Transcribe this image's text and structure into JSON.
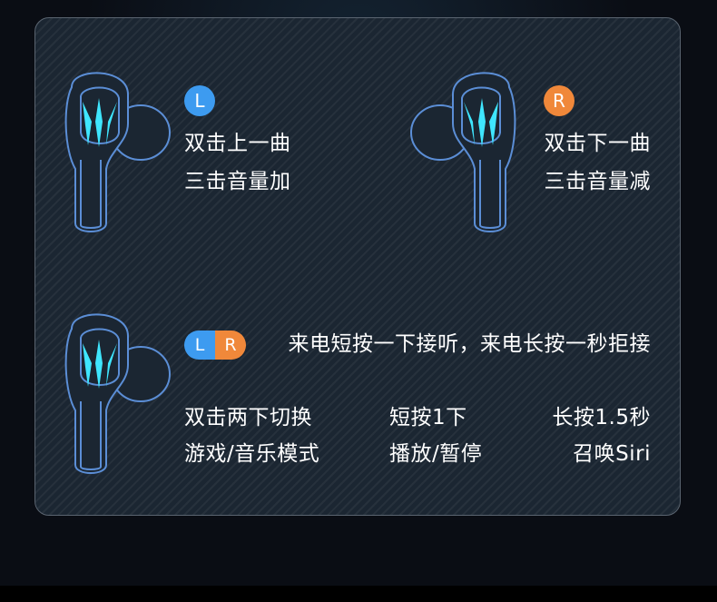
{
  "left_section": {
    "badge": "L",
    "line1": "双击上一曲",
    "line2": "三击音量加"
  },
  "right_section": {
    "badge": "R",
    "line1": "双击下一曲",
    "line2": "三击音量减"
  },
  "both_section": {
    "badge_left": "L",
    "badge_right": "R",
    "call_text": "来电短按一下接听，来电长按一秒拒接",
    "col1_line1": "双击两下切换",
    "col1_line2": "游戏/音乐模式",
    "col2_line1": "短按1下",
    "col2_line2": "播放/暂停",
    "col3_line1": "长按1.5秒",
    "col3_line2": "召唤Siri"
  },
  "colors": {
    "left_badge": "#3d9bf0",
    "right_badge": "#f0883a",
    "earbud_outline": "#5b8ed6",
    "light_glow": "#3fe6ff"
  },
  "icons": [
    "earbud-left-icon",
    "earbud-right-icon",
    "earbud-both-icon"
  ]
}
